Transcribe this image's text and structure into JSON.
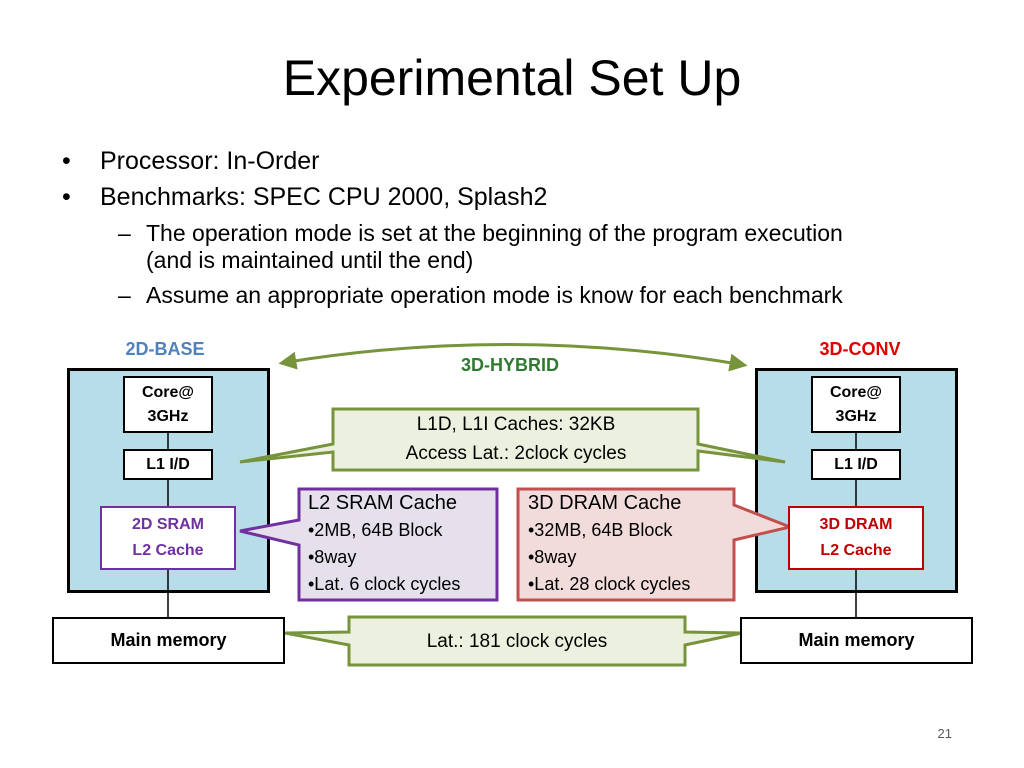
{
  "title": "Experimental Set Up",
  "bullets": [
    {
      "text": "Processor: In-Order"
    },
    {
      "text": "Benchmarks: SPEC CPU 2000, Splash2"
    }
  ],
  "sub_bullets": [
    {
      "line1": "The operation mode is set at the beginning of the program execution",
      "line2": "(and is maintained until the end)"
    },
    {
      "line1": "Assume an appropriate operation mode is know for each benchmark"
    }
  ],
  "bullet_marker": "•",
  "sub_marker": "–",
  "diagram": {
    "left_label": "2D-BASE",
    "right_label": "3D-CONV",
    "middle_label": "3D-HYBRID",
    "core_line1": "Core@",
    "core_line2": "3GHz",
    "l1": "L1 I/D",
    "sram_line1": "2D SRAM",
    "sram_line2": "L2 Cache",
    "dram_line1": "3D DRAM",
    "dram_line2": "L2 Cache",
    "main_memory": "Main memory",
    "l1_callout_line1": "L1D, L1I Caches: 32KB",
    "l1_callout_line2": "Access Lat.: 2clock cycles",
    "sram_info": {
      "header": "L2 SRAM Cache",
      "items": [
        "•2MB, 64B Block",
        "•8way",
        "•Lat. 6 clock cycles"
      ]
    },
    "dram_info": {
      "header": "3D  DRAM Cache",
      "items": [
        "•32MB, 64B Block",
        "•8way",
        "•Lat. 28 clock cycles"
      ]
    },
    "mem_callout": "Lat.: 181 clock cycles"
  },
  "colors": {
    "blue_label": "#4f81bd",
    "red_label": "#e00000",
    "green_label": "#2f7a2f",
    "sram_border": "#7030a0",
    "dram_border": "#c00000",
    "green_callout_fill": "#ebf1de",
    "green_callout_border": "#77933c",
    "purple_fill": "#e5e0ec",
    "pink_fill": "#f2dcdb",
    "blue_box": "#b7dde8"
  },
  "page_number": "21"
}
